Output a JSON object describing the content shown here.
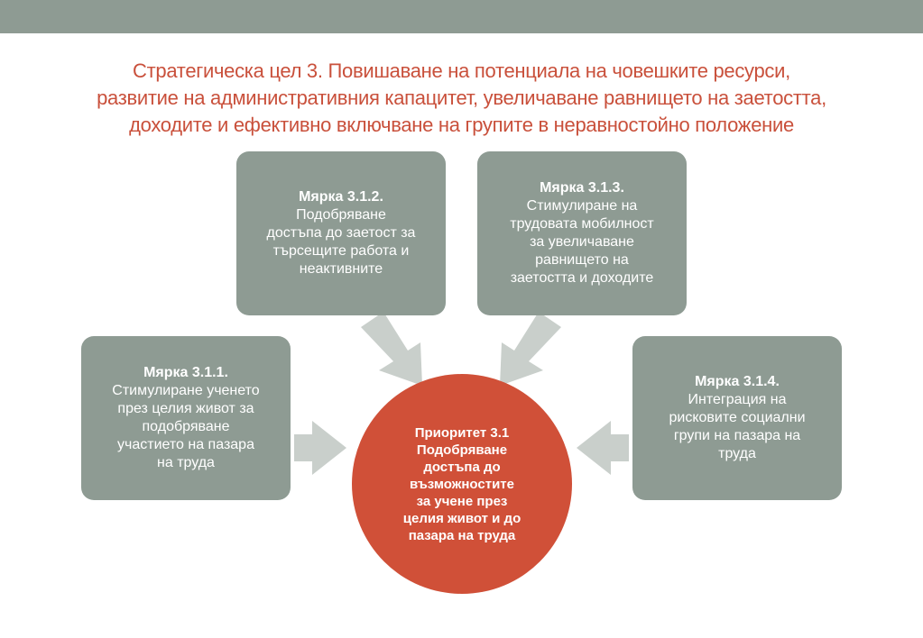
{
  "title_lines": [
    "Стратегическа цел 3. Повишаване на потенциала на човешките ресурси,",
    "развитие на административния капацитет, увеличаване равнището на заетостта,",
    "доходите и ефективно включване на групите в неравностойно положение"
  ],
  "measures": {
    "m311": {
      "title": "Мярка 3.1.1.",
      "text": "Стимулиране ученето\nпрез целия живот за\nподобряване\nучастието на пазара\nна труда"
    },
    "m312": {
      "title": "Мярка 3.1.2.",
      "text": "Подобряване\nдостъпа до заетост за\nтърсещите работа и\nнеактивните"
    },
    "m313": {
      "title": "Мярка 3.1.3.",
      "text": "Стимулиране на\nтрудовата мобилност\nза увеличаване\nравнището на\nзаетостта и доходите"
    },
    "m314": {
      "title": "Мярка 3.1.4.",
      "text": "Интеграция на\nрисковите социални\nгрупи на пазара на\nтруда"
    }
  },
  "priority": {
    "text": "Приоритет 3.1\nПодобряване\nдостъпа до\nвъзможностите\nза учене през\nцелия живот и до\nпазара на труда"
  },
  "colors": {
    "box": "#8e9b93",
    "circle": "#d05038",
    "title": "#c9503b",
    "arrow": "#c9cfcb",
    "top_bar": "#8e9b93"
  }
}
